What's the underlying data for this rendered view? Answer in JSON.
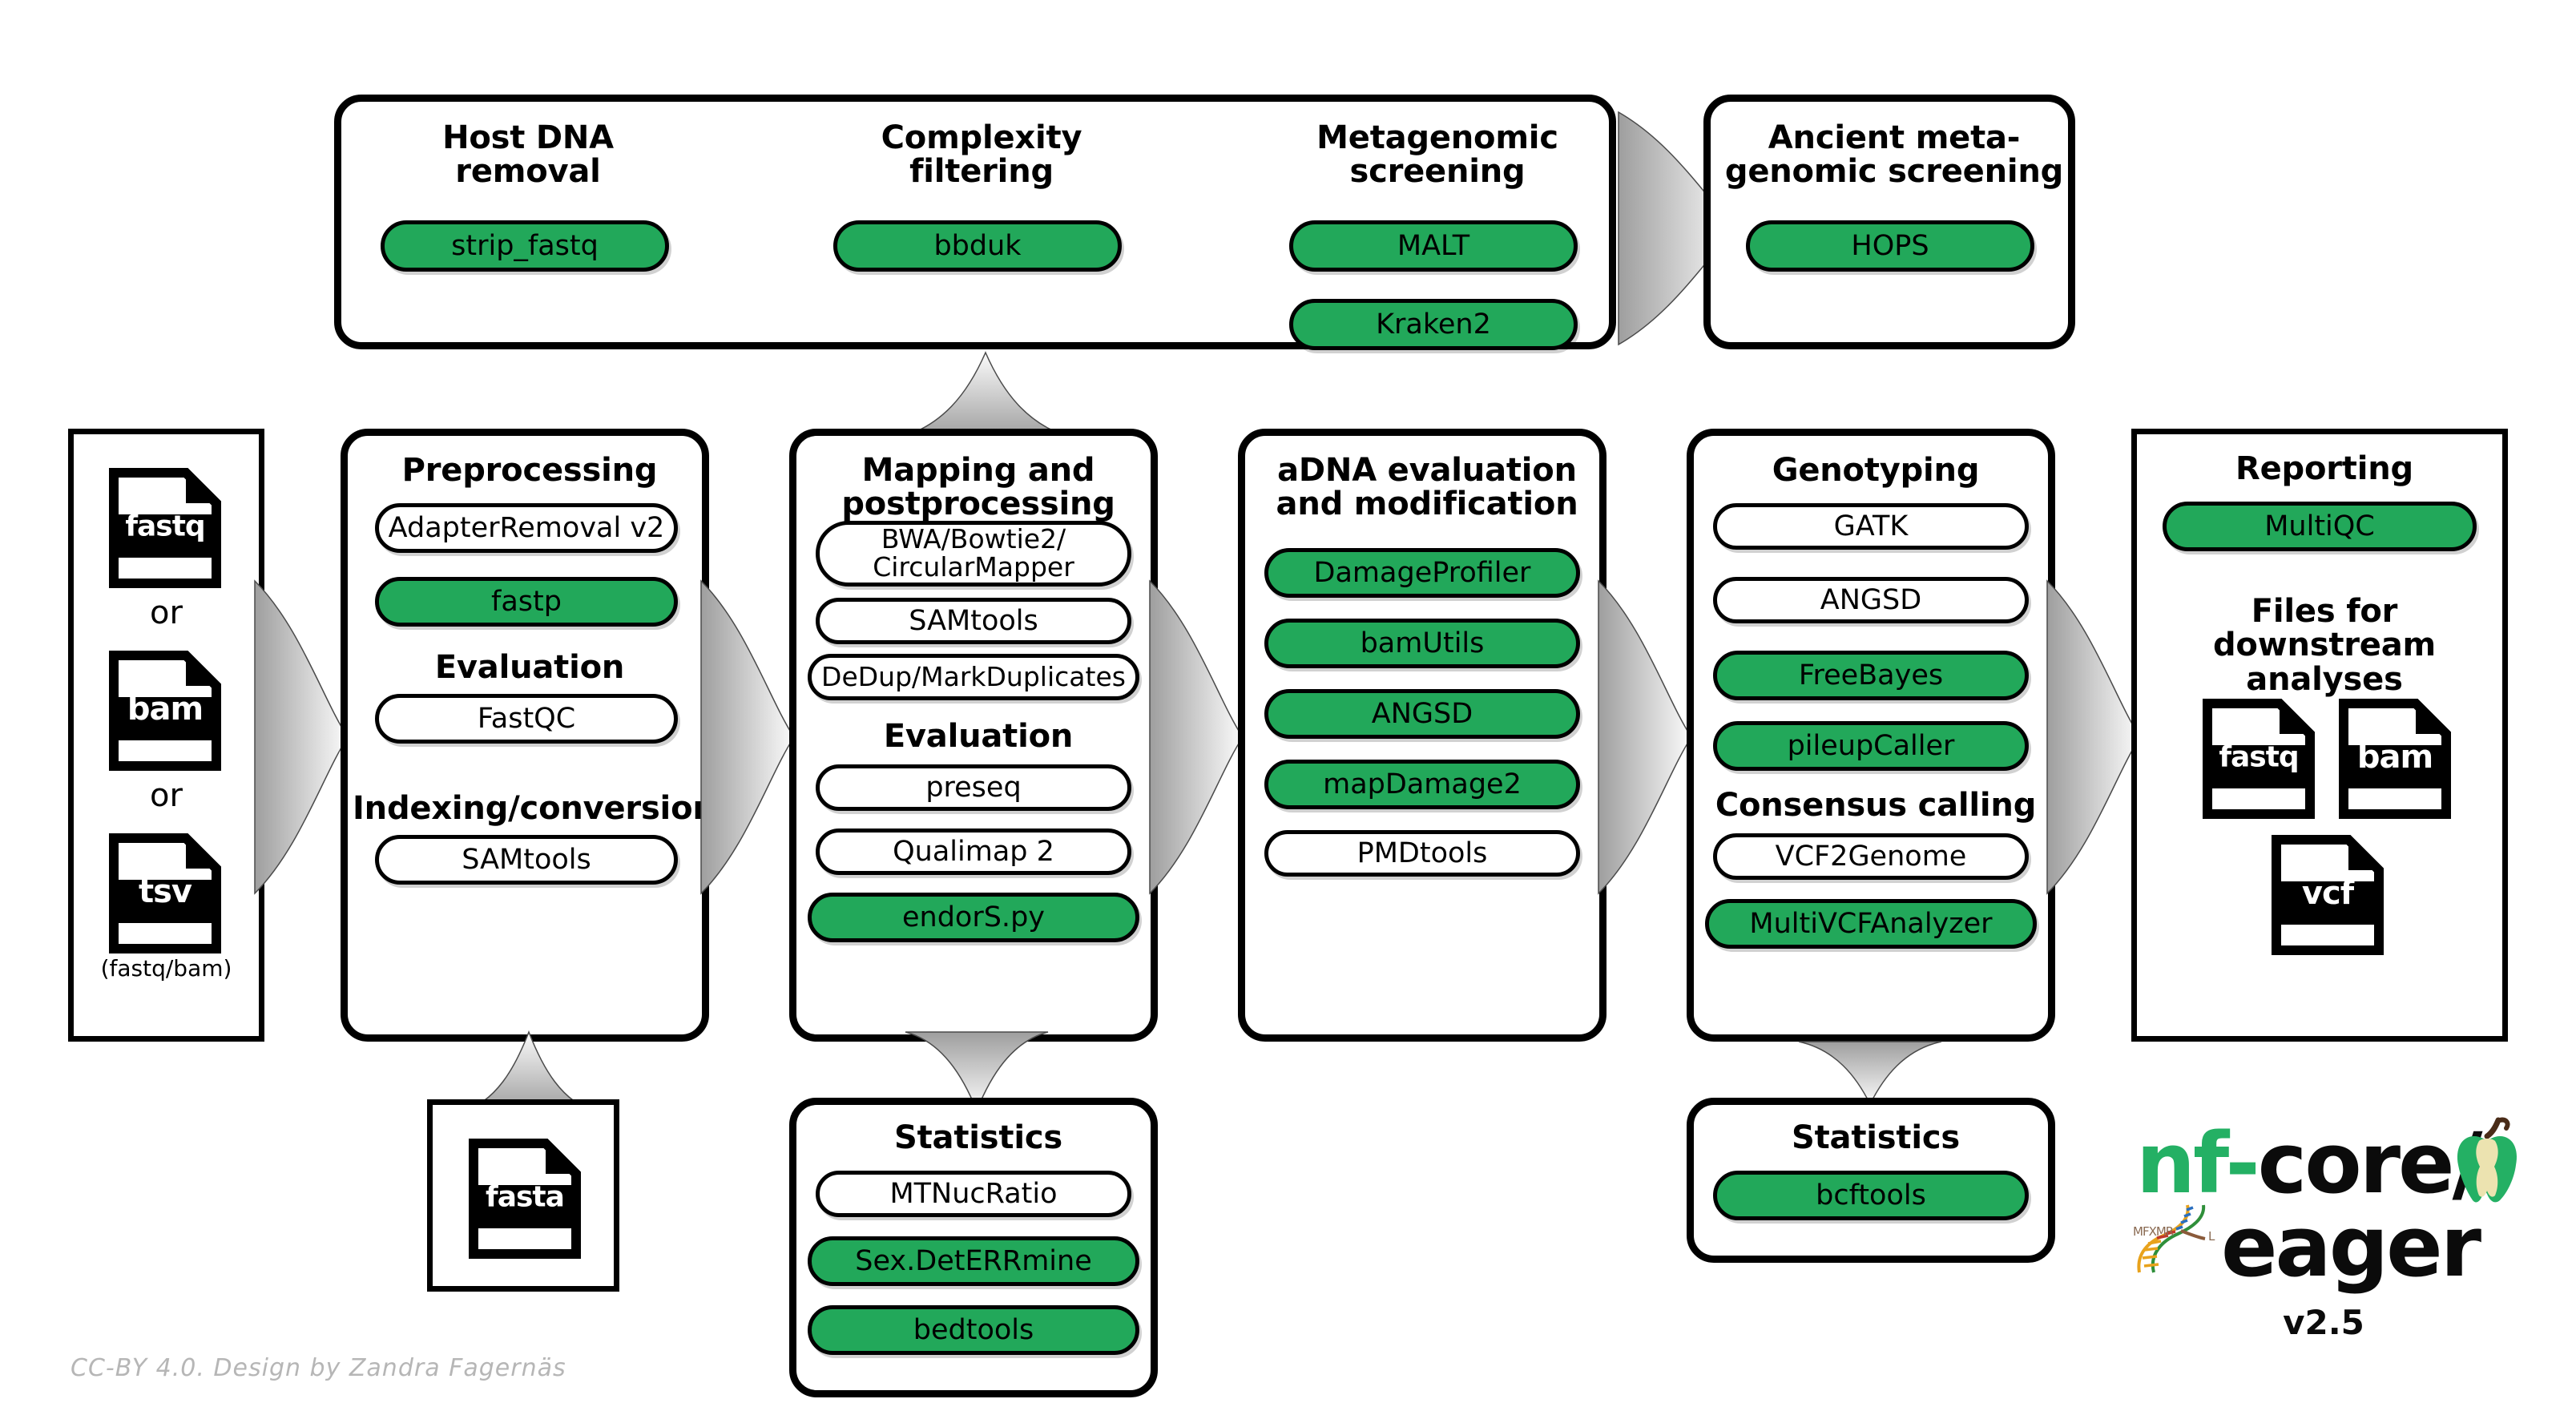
{
  "diagram": {
    "credit": "CC-BY 4.0. Design by Zandra Fagernäs",
    "accent_green": "#22a85a",
    "outline_black": "#000000",
    "arrow_gray": "#b3b3b3"
  },
  "logo": {
    "nf": "nf-",
    "core": "core/",
    "eager": "eager",
    "version": "v2.5",
    "apple_icon": "apple-core-icon",
    "dna_icon": "dna-helix-icon"
  },
  "input_panel": {
    "files": [
      {
        "ext": "fastq",
        "icon": "file-fastq-icon"
      },
      {
        "ext": "bam",
        "icon": "file-bam-icon"
      },
      {
        "ext": "tsv",
        "icon": "file-tsv-icon"
      }
    ],
    "or_1": "or",
    "or_2": "or",
    "note": "(fastq/bam)"
  },
  "screening_panel": {
    "groups": [
      {
        "title": "Host DNA\nremoval",
        "tools": [
          {
            "label": "strip_fastq",
            "green": true
          }
        ]
      },
      {
        "title": "Complexity\nfiltering",
        "tools": [
          {
            "label": "bbduk",
            "green": true
          }
        ]
      },
      {
        "title": "Metagenomic\nscreening",
        "tools": [
          {
            "label": "MALT",
            "green": true
          },
          {
            "label": "Kraken2",
            "green": true
          }
        ]
      }
    ]
  },
  "ancient_panel": {
    "title": "Ancient meta-\ngenomic screening",
    "tools": [
      {
        "label": "HOPS",
        "green": true
      }
    ]
  },
  "preprocessing_panel": {
    "title": "Preprocessing",
    "tools": [
      {
        "label": "AdapterRemoval v2",
        "green": false
      },
      {
        "label": "fastp",
        "green": true
      }
    ],
    "subtitle_1": "Evaluation",
    "tools_2": [
      {
        "label": "FastQC",
        "green": false
      }
    ],
    "subtitle_2": "Indexing/conversion",
    "tools_3": [
      {
        "label": "SAMtools",
        "green": false
      }
    ]
  },
  "fasta_panel": {
    "file": {
      "ext": "fasta",
      "icon": "file-fasta-icon"
    }
  },
  "mapping_panel": {
    "title": "Mapping and\npostprocessing",
    "tools": [
      {
        "label": "BWA/Bowtie2/\nCircularMapper",
        "green": false
      },
      {
        "label": "SAMtools",
        "green": false
      },
      {
        "label": "DeDup/MarkDuplicates",
        "green": false
      }
    ],
    "subtitle_1": "Evaluation",
    "tools_2": [
      {
        "label": "preseq",
        "green": false
      },
      {
        "label": "Qualimap 2",
        "green": false
      },
      {
        "label": "endorS.py",
        "green": true
      }
    ]
  },
  "statistics_left_panel": {
    "title": "Statistics",
    "tools": [
      {
        "label": "MTNucRatio",
        "green": false
      },
      {
        "label": "Sex.DetERRmine",
        "green": true
      },
      {
        "label": "bedtools",
        "green": true
      }
    ]
  },
  "adna_panel": {
    "title": "aDNA evaluation\nand modification",
    "tools": [
      {
        "label": "DamageProfiler",
        "green": true
      },
      {
        "label": "bamUtils",
        "green": true
      },
      {
        "label": "ANGSD",
        "green": true
      },
      {
        "label": "mapDamage2",
        "green": true
      },
      {
        "label": "PMDtools",
        "green": false
      }
    ]
  },
  "genotyping_panel": {
    "title": "Genotyping",
    "tools": [
      {
        "label": "GATK",
        "green": false
      },
      {
        "label": "ANGSD",
        "green": false
      },
      {
        "label": "FreeBayes",
        "green": true
      },
      {
        "label": "pileupCaller",
        "green": true
      }
    ],
    "subtitle_1": "Consensus calling",
    "tools_2": [
      {
        "label": "VCF2Genome",
        "green": false
      },
      {
        "label": "MultiVCFAnalyzer",
        "green": true
      }
    ]
  },
  "statistics_right_panel": {
    "title": "Statistics",
    "tools": [
      {
        "label": "bcftools",
        "green": true
      }
    ]
  },
  "reporting_panel": {
    "title": "Reporting",
    "tools": [
      {
        "label": "MultiQC",
        "green": true
      }
    ],
    "subtitle_1": "Files for downstream\nanalyses",
    "files": [
      {
        "ext": "fastq",
        "icon": "file-fastq-icon"
      },
      {
        "ext": "bam",
        "icon": "file-bam-icon"
      },
      {
        "ext": "vcf",
        "icon": "file-vcf-icon"
      }
    ]
  }
}
